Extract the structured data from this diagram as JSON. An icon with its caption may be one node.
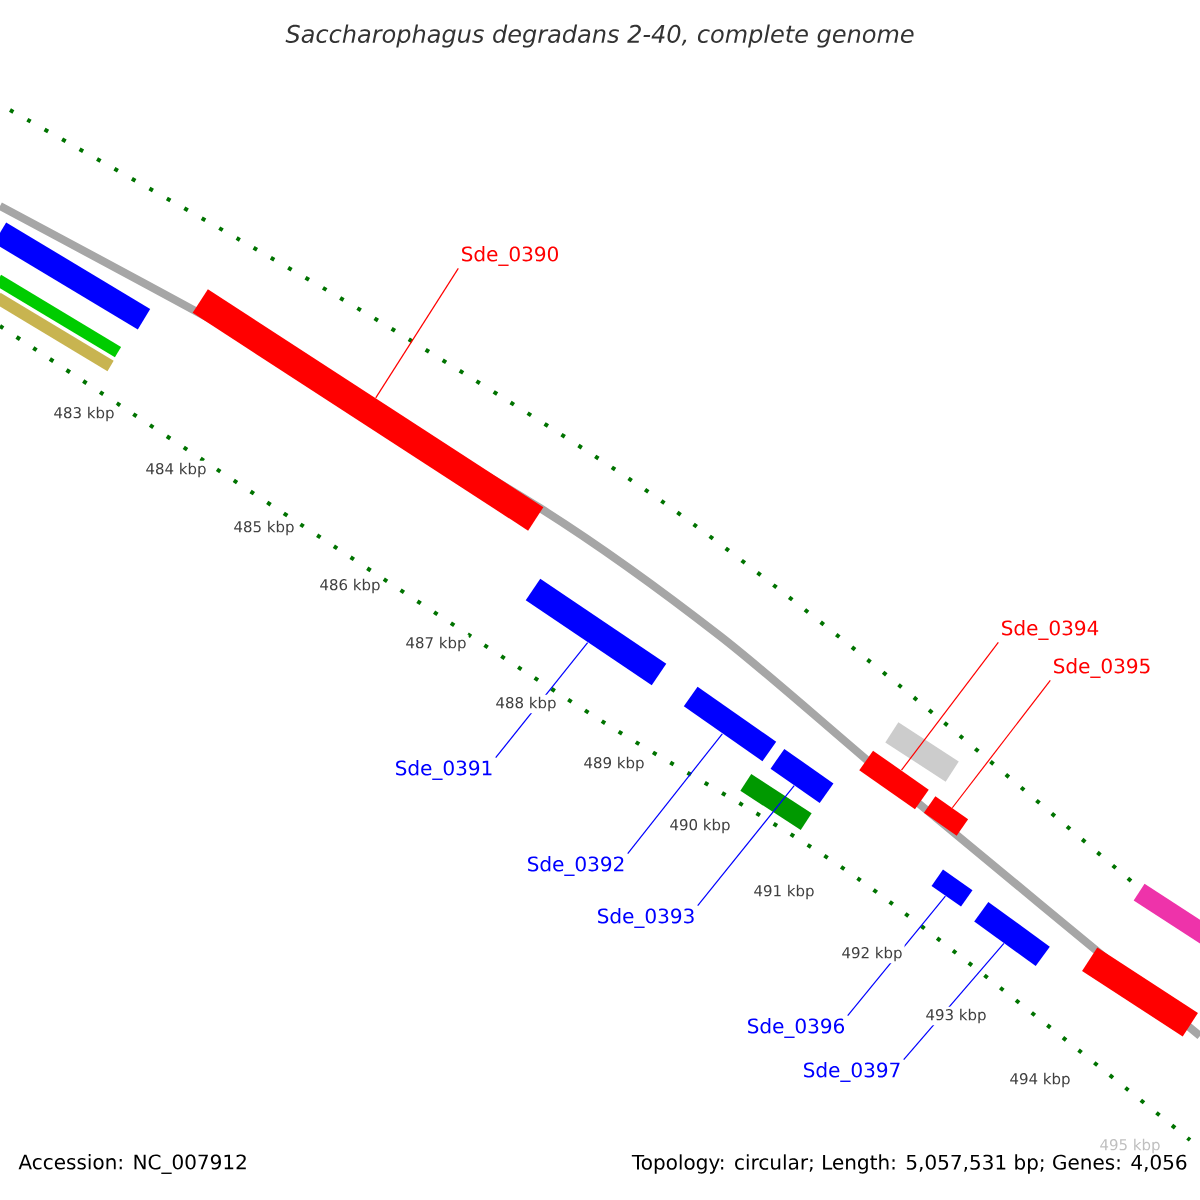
{
  "diagram": {
    "title": "Saccharophagus degradans 2-40, complete genome",
    "nodes": [
      {
        "text": [
          "Sde_0390"
        ]
      },
      {
        "text": [],
        "shape": "bar"
      },
      {
        "text": [
          "Sde_0391"
        ]
      },
      {
        "text": [],
        "shape": "bar"
      },
      {
        "text": [
          "Sde_0392"
        ]
      },
      {
        "text": [],
        "shape": "bar"
      },
      {
        "text": [
          "Sde_0393"
        ]
      },
      {
        "text": [],
        "shape": "bar"
      },
      {
        "text": [
          "Sde_0394"
        ]
      },
      {
        "text": [],
        "shape": "bar"
      },
      {
        "text": [
          "Sde_0395"
        ]
      },
      {
        "text": [],
        "shape": "bar"
      },
      {
        "text": [
          "Sde_0396"
        ]
      },
      {
        "text": [],
        "shape": "bar"
      },
      {
        "text": [
          "Sde_0397"
        ]
      },
      {
        "text": [],
        "shape": "bar"
      },
      {
        "text": [],
        "shape": "bar"
      },
      {
        "text": [],
        "shape": "bar"
      },
      {
        "text": [],
        "shape": "bar"
      },
      {
        "text": [],
        "shape": "bar"
      },
      {
        "text": [],
        "shape": "bar"
      },
      {
        "text": [],
        "shape": "bar"
      },
      {
        "text": [],
        "shape": "bar"
      }
    ],
    "edges": [
      {
        "from": 0,
        "to": 1,
        "arrow": "none",
        "color": "#ff0000"
      },
      {
        "from": 2,
        "to": 3,
        "arrow": "none"
      },
      {
        "from": 4,
        "to": 5,
        "arrow": "none"
      },
      {
        "from": 6,
        "to": 7,
        "arrow": "none"
      },
      {
        "from": 8,
        "to": 9,
        "arrow": "none",
        "color": "#ff0000"
      },
      {
        "from": 10,
        "to": 11,
        "arrow": "none",
        "color": "#ff0000"
      },
      {
        "from": 12,
        "to": 13,
        "arrow": "none"
      },
      {
        "from": 14,
        "to": 15,
        "arrow": "none"
      }
    ],
    "labels": [
      "483 kbp",
      "484 kbp",
      "485 kbp",
      "486 kbp",
      "487 kbp",
      "488 kbp",
      "489 kbp",
      "490 kbp",
      "491 kbp",
      "492 kbp",
      "493 kbp",
      "494 kbp",
      "495 kbp",
      "Accession: NC_007912",
      "Topology: circular; Length: 5,057,531 bp; Genes: 4,056"
    ]
  }
}
